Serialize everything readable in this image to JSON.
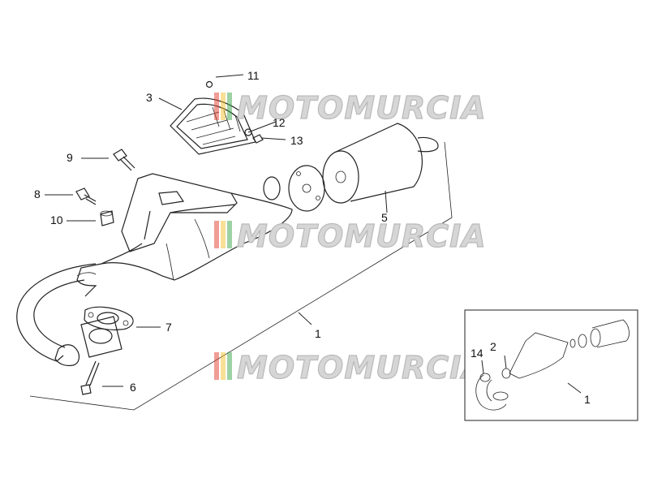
{
  "callouts": {
    "c1_main": "1",
    "c3": "3",
    "c5": "5",
    "c6": "6",
    "c7": "7",
    "c8": "8",
    "c9": "9",
    "c10": "10",
    "c11": "11",
    "c12": "12",
    "c13": "13"
  },
  "inset": {
    "c1": "1",
    "c2": "2",
    "c14": "14"
  },
  "watermark": {
    "text": "MOTOMURCIA",
    "colors": [
      "#e23b2e",
      "#f2c230",
      "#3aa64a"
    ]
  }
}
